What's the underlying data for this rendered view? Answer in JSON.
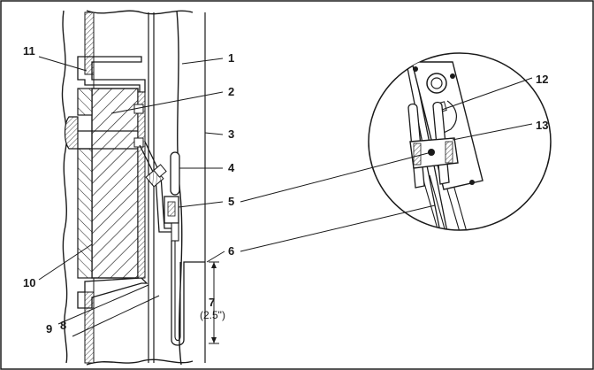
{
  "callouts": {
    "c1": "1",
    "c2": "2",
    "c3": "3",
    "c4": "4",
    "c5": "5",
    "c6": "6",
    "c7": "7",
    "c7_note": "(2.5\")",
    "c8": "8",
    "c9": "9",
    "c10": "10",
    "c11": "11",
    "c12": "12",
    "c13": "13"
  }
}
